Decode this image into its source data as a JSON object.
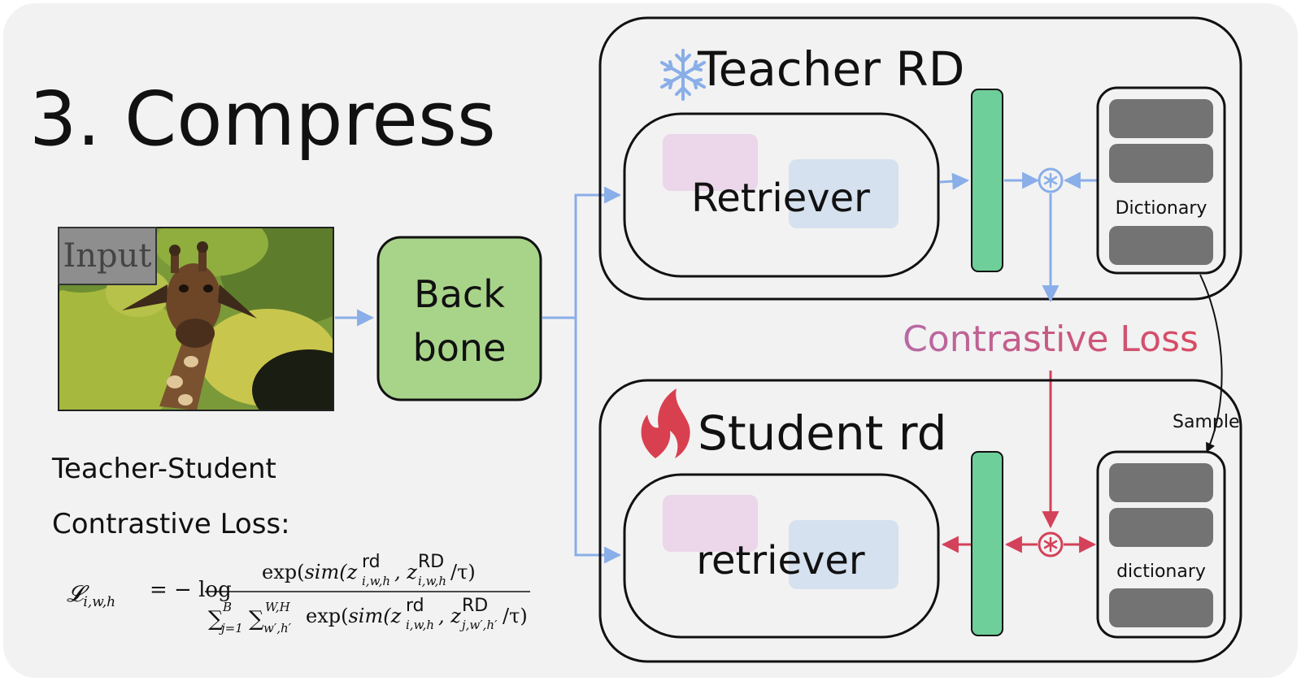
{
  "title": "3. Compress",
  "input_label": "Input",
  "backbone_label": [
    "Back",
    "bone"
  ],
  "teacher": {
    "title": "Teacher RD",
    "retriever_label": "Retriever",
    "dictionary_label": "Dictionary"
  },
  "student": {
    "title": "Student rd",
    "retriever_label": "retriever",
    "dictionary_label": "dictionary"
  },
  "contrastive_loss_label": "Contrastive Loss",
  "sample_label": "Sample",
  "formula_caption": [
    "Teacher-Student",
    "Contrastive Loss:"
  ],
  "formula": {
    "lhs": "𝓛",
    "lhs_sub": "i,w,h",
    "eq": "= − log",
    "num_a": "exp(",
    "num_sim": "sim",
    "num_b": "(z",
    "sup_rd": "rd",
    "sub_iwh": "i,w,h",
    "comma": ", z",
    "sup_RD": "RD",
    "num_end": "/τ)",
    "den_sum1": "∑",
    "den_sum1_sup": "B",
    "den_sum1_sub": "j=1",
    "den_sum2": "∑",
    "den_sum2_sup": "W,H",
    "den_sum2_sub": "w′,h′",
    "den_sub_j": "j,w′,h′"
  },
  "colors": {
    "background_panel": "#f2f2f2",
    "backbone_fill": "#a8d48a",
    "feature_bar": "#6fcf9a",
    "dict_slot": "#737373",
    "blue_arrow": "#89aee8",
    "red_arrow": "#d4415a",
    "snowflake": "#89aee8",
    "flame": "#d9404f",
    "pink_patch": "#ebd6ea",
    "blue_patch": "#d6e1ef",
    "loss_text_start": "#b76aa5",
    "loss_text_end": "#d94a62"
  }
}
